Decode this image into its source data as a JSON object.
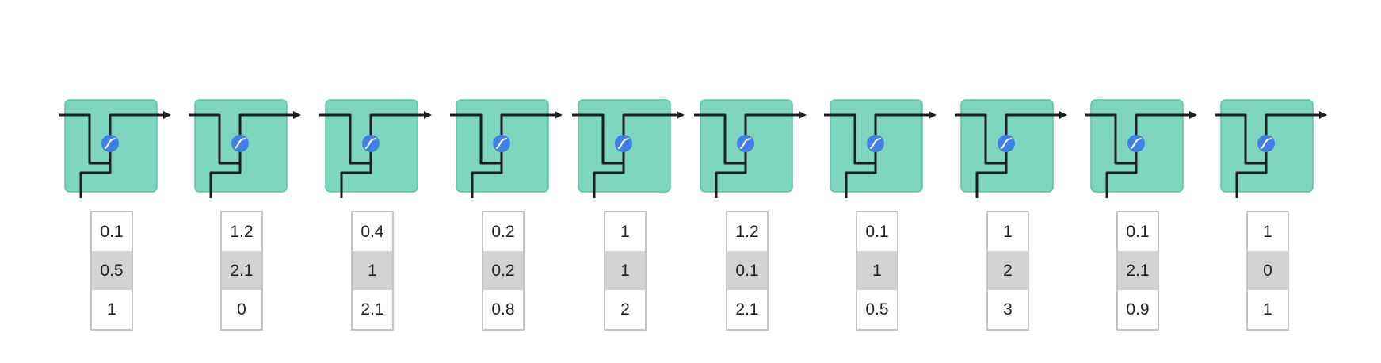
{
  "colors": {
    "cell_fill": "#7dd6bd",
    "cell_border": "#5cc3a6",
    "wire": "#1f1f1f",
    "gate": "#3f7fe6",
    "vector_border": "#c4c4c4",
    "vector_highlight": "#d3d3d3"
  },
  "cells": [
    {
      "values": [
        "0.1",
        "0.5",
        "1"
      ]
    },
    {
      "values": [
        "1.2",
        "2.1",
        "0"
      ]
    },
    {
      "values": [
        "0.4",
        "1",
        "2.1"
      ]
    },
    {
      "values": [
        "0.2",
        "0.2",
        "0.8"
      ]
    },
    {
      "values": [
        "1",
        "1",
        "2"
      ]
    },
    {
      "values": [
        "1.2",
        "0.1",
        "2.1"
      ]
    },
    {
      "values": [
        "0.1",
        "1",
        "0.5"
      ]
    },
    {
      "values": [
        "1",
        "2",
        "3"
      ]
    },
    {
      "values": [
        "0.1",
        "2.1",
        "0.9"
      ]
    },
    {
      "values": [
        "1",
        "0",
        "1"
      ]
    }
  ],
  "icons": {
    "gate": "sigmoid-gate-icon",
    "arrow": "arrow-right-icon"
  }
}
